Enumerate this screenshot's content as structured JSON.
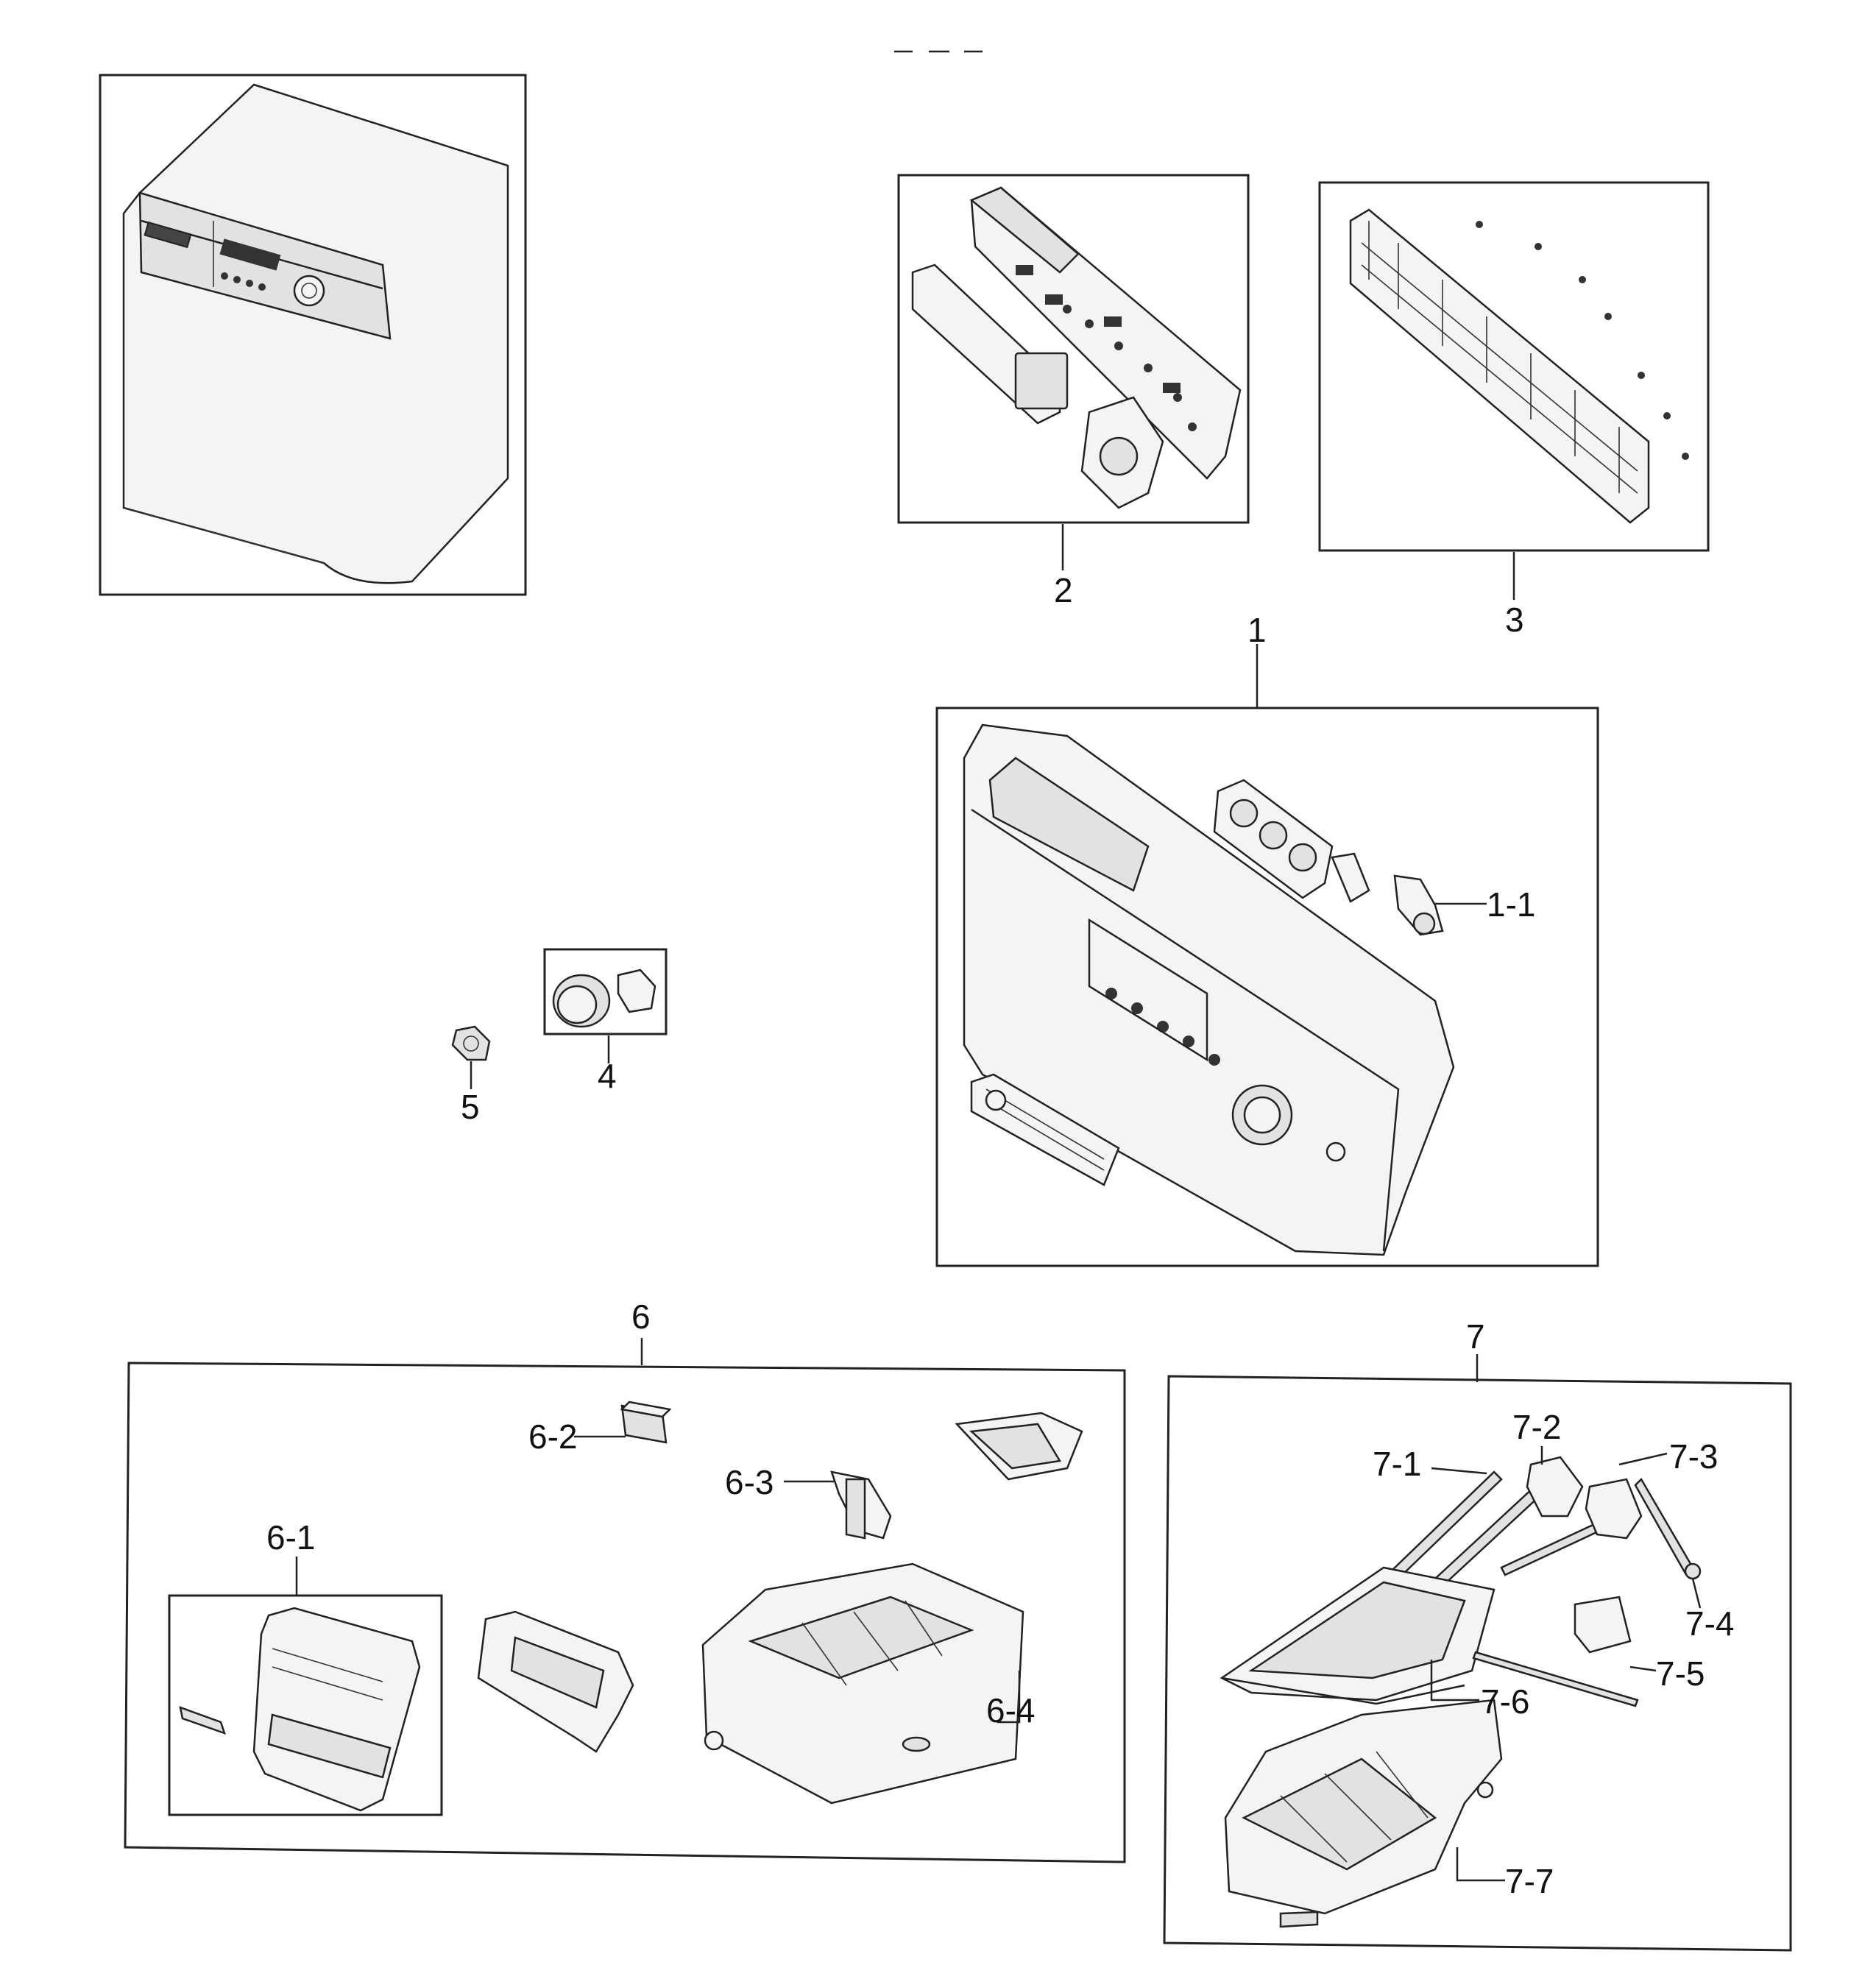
{
  "callouts": {
    "c1": "1",
    "c1_1": "1-1",
    "c2": "2",
    "c3": "3",
    "c4": "4",
    "c5": "5",
    "c6": "6",
    "c6_1": "6-1",
    "c6_2": "6-2",
    "c6_3": "6-3",
    "c6_4": "6-4",
    "c7": "7",
    "c7_1": "7-1",
    "c7_2": "7-2",
    "c7_3": "7-3",
    "c7_4": "7-4",
    "c7_5": "7-5",
    "c7_6": "7-6",
    "c7_7": "7-7"
  }
}
